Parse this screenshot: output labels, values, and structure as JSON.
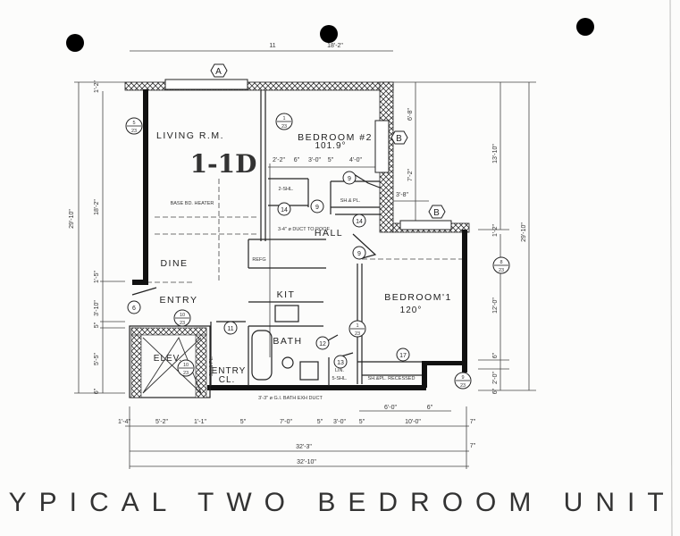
{
  "title": "TYPICAL TWO BEDROOM UNIT",
  "unit_code": "1-1D",
  "rooms": [
    {
      "label": "LIVING R.M."
    },
    {
      "label": "BEDROOM #2"
    },
    {
      "label": "101.9°"
    },
    {
      "label": "HALL"
    },
    {
      "label": "BEDROOM'1"
    },
    {
      "label": "120°"
    },
    {
      "label": "DINE"
    },
    {
      "label": "ENTRY"
    },
    {
      "label": "KIT"
    },
    {
      "label": "BATH"
    },
    {
      "label": "ELEV."
    },
    {
      "label": "ENTRY"
    },
    {
      "label": "CL."
    }
  ],
  "notes": [
    {
      "text": "SH.& PL."
    },
    {
      "text": "LIN."
    },
    {
      "text": "5-SHL."
    },
    {
      "text": "SH.&PL. RECESSED"
    },
    {
      "text": "REFG"
    },
    {
      "text": "3'-3\" ø G.I. BATH EXH DUCT"
    },
    {
      "text": "3-4\" ø DUCT TO ROOF"
    },
    {
      "text": "BASE BD. HEATER"
    },
    {
      "text": "2-SHL."
    },
    {
      "text": "SH.& PL."
    }
  ],
  "grid_markers": [
    "A",
    "B",
    "B"
  ],
  "door_marks": [
    "9",
    "9",
    "14",
    "14",
    "9",
    "6",
    "11",
    "12",
    "13",
    "17"
  ],
  "section_marks": [
    {
      "num": "5",
      "sheet": "23"
    },
    {
      "num": "1",
      "sheet": "23"
    },
    {
      "num": "8",
      "sheet": "23"
    },
    {
      "num": "1",
      "sheet": "23"
    },
    {
      "num": "9",
      "sheet": "23"
    },
    {
      "num": "10",
      "sheet": "23"
    },
    {
      "num": "10",
      "sheet": "23"
    }
  ],
  "dimensions": {
    "top": [
      "11",
      "18'-2\""
    ],
    "left": [
      "29'-10\"",
      "18'-2\"",
      "1'-2\"",
      "1'-5\"",
      "3'-10\"",
      "5\"",
      "5'-5\"",
      "6\""
    ],
    "right": [
      "6'-8\"",
      "7'-2\"",
      "3'-8\"",
      "13'-10\"",
      "29'-10\"",
      "1'-2\"",
      "12'-0\"",
      "6\"",
      "2'-0\"",
      "6\""
    ],
    "bottom": [
      "1'-4\"",
      "5'-2\"",
      "1'-1\"",
      "5\"",
      "7'-0\"",
      "5\"",
      "3'-0\"",
      "5\"",
      "10'-0\"",
      "7\"",
      "32'-3\"",
      "7\"",
      "32'-10\"",
      "6'-0\"",
      "6\""
    ],
    "interior": [
      "2'-2\"",
      "6\"",
      "3'-0\"",
      "5\"",
      "4'-0\""
    ]
  }
}
